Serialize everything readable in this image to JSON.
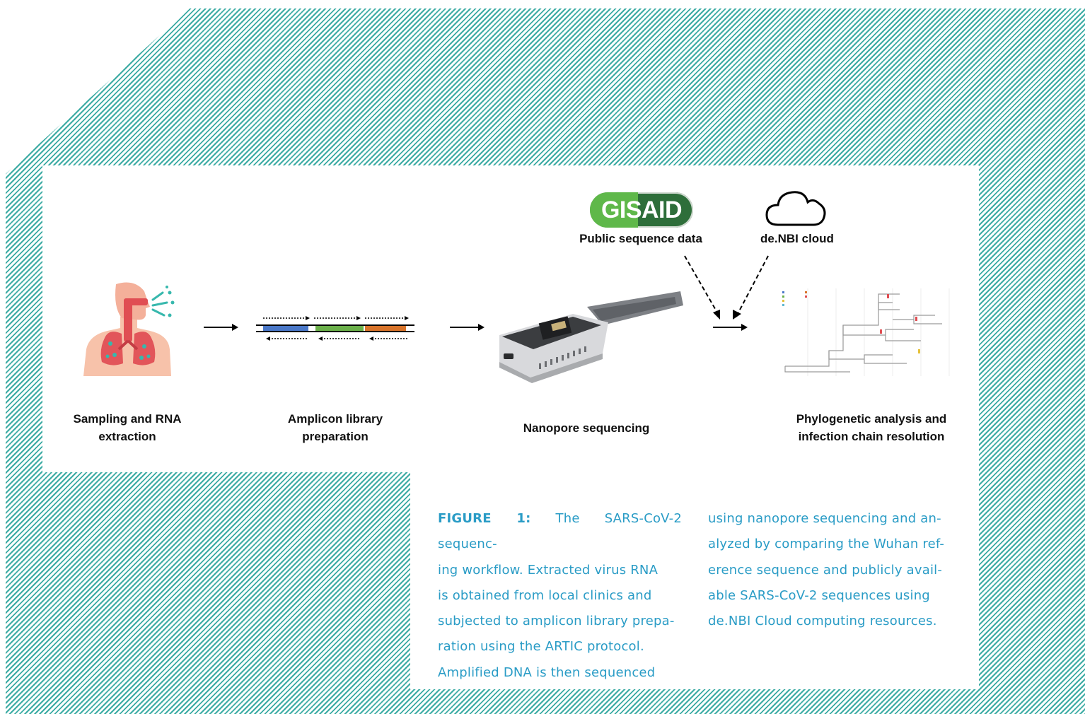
{
  "steps": {
    "sampling": "Sampling and RNA\nextraction",
    "amplicon": "Amplicon library\npreparation",
    "nanopore": "Nanopore sequencing",
    "phylo": "Phylogenetic analysis and\ninfection chain resolution"
  },
  "sources": {
    "gisaid_logo": "GISAID",
    "public_data": "Public sequence data",
    "cloud": "de.NBI cloud"
  },
  "caption": {
    "lead": "FIGURE 1:",
    "col1": " The SARS-CoV-2 sequenc-\ning workflow. Extracted virus RNA\nis obtained from local clinics and\nsubjected to amplicon library prepa-\nration using the ARTIC protocol.\nAmplified DNA is then sequenced",
    "col2": "using nanopore sequencing and an-\nalyzed by comparing the Wuhan ref-\nerence sequence and publicly avail-\nable SARS-CoV-2 sequences using\nde.NBI Cloud computing resources."
  },
  "colors": {
    "hatch": "#3aaba3",
    "caption": "#2a9cc6",
    "amplicon_blue": "#4a78c8",
    "amplicon_green": "#6bb04a",
    "amplicon_orange": "#d9742a",
    "body": "#f4b9a0",
    "lungs": "#e2555a"
  },
  "icons": [
    "human-respiratory-icon",
    "amplicon-strands-icon",
    "nanopore-device-icon",
    "cloud-icon",
    "phylogenetic-tree-icon",
    "arrow-right-icon"
  ]
}
